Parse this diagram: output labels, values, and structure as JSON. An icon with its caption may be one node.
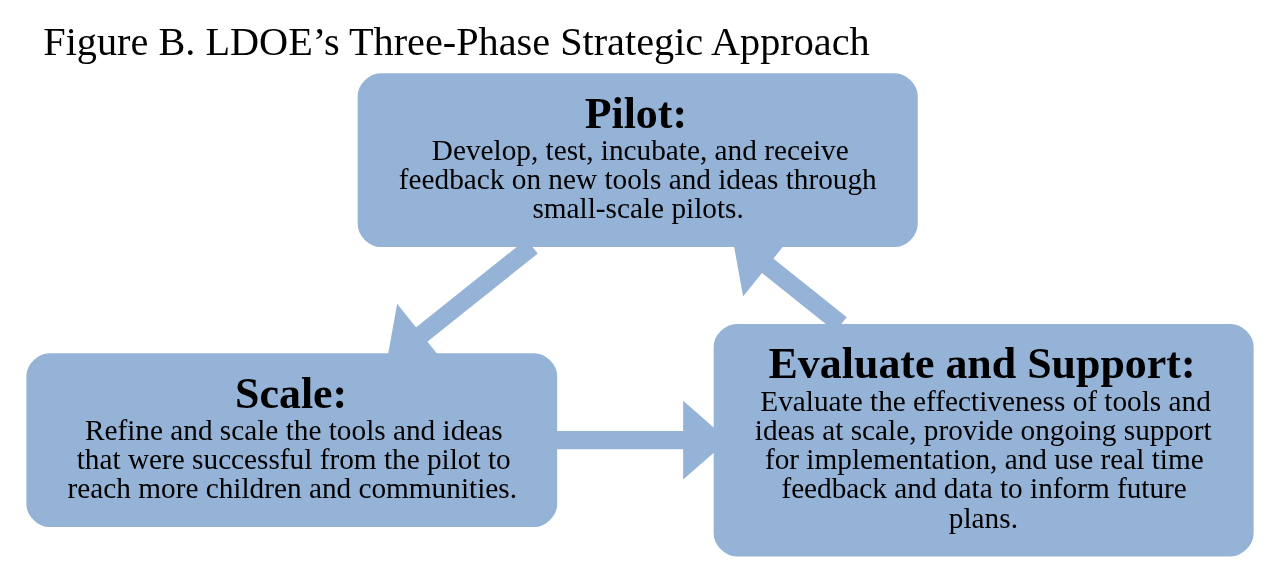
{
  "diagram": {
    "title": "Figure B. LDOE’s Three-Phase Strategic Approach",
    "nodes": [
      {
        "text": [
          "Pilot:",
          "Develop, test, incubate, and receive feedback on new tools and ideas through small-scale pilots."
        ]
      },
      {
        "text": [
          "Scale:",
          "Refine and scale the tools and ideas that were successful from the pilot to reach more children and communities."
        ]
      },
      {
        "text": [
          "Evaluate and Support:",
          "Evaluate the effectiveness of tools and ideas at scale, provide ongoing support for implementation, and use real time feedback and data to inform future plans."
        ]
      }
    ],
    "edges": [
      {
        "from": 0,
        "to": 1,
        "arrow": "to"
      },
      {
        "from": 1,
        "to": 2,
        "arrow": "to"
      },
      {
        "from": 2,
        "to": 0,
        "arrow": "to"
      }
    ]
  }
}
